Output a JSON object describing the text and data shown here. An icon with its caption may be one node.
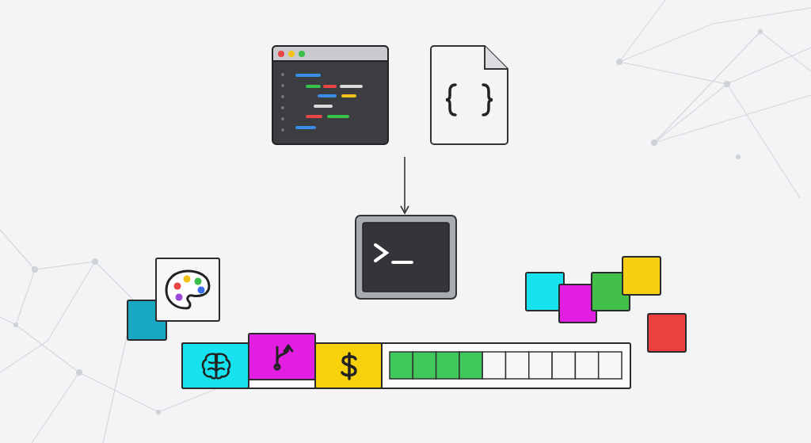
{
  "diagram": {
    "nodes": [
      {
        "text": [],
        "shape": "window"
      },
      {
        "text": [],
        "shape": "document"
      },
      {
        "text": [],
        "shape": "terminal"
      }
    ],
    "edges": [
      {
        "from": null,
        "to": 2,
        "arrow": "to"
      }
    ]
  }
}
